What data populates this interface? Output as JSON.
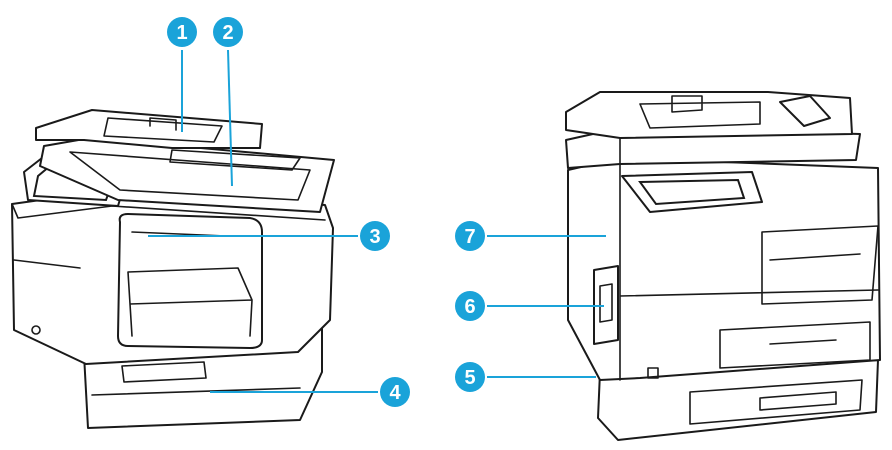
{
  "colors": {
    "callout": "#1aa3d9",
    "callout_text": "#ffffff",
    "outline": "#1a1a1a",
    "background": "#ffffff"
  },
  "callouts": [
    {
      "number": "1",
      "printer": "front",
      "target": "document-feeder-input-tray"
    },
    {
      "number": "2",
      "printer": "front",
      "target": "scanner-glass-lid"
    },
    {
      "number": "3",
      "printer": "front",
      "target": "output-bin"
    },
    {
      "number": "4",
      "printer": "front",
      "target": "tray-2"
    },
    {
      "number": "5",
      "printer": "back",
      "target": "lower-side-panel"
    },
    {
      "number": "6",
      "printer": "back",
      "target": "side-door-handle"
    },
    {
      "number": "7",
      "printer": "back",
      "target": "left-side-cover"
    }
  ]
}
